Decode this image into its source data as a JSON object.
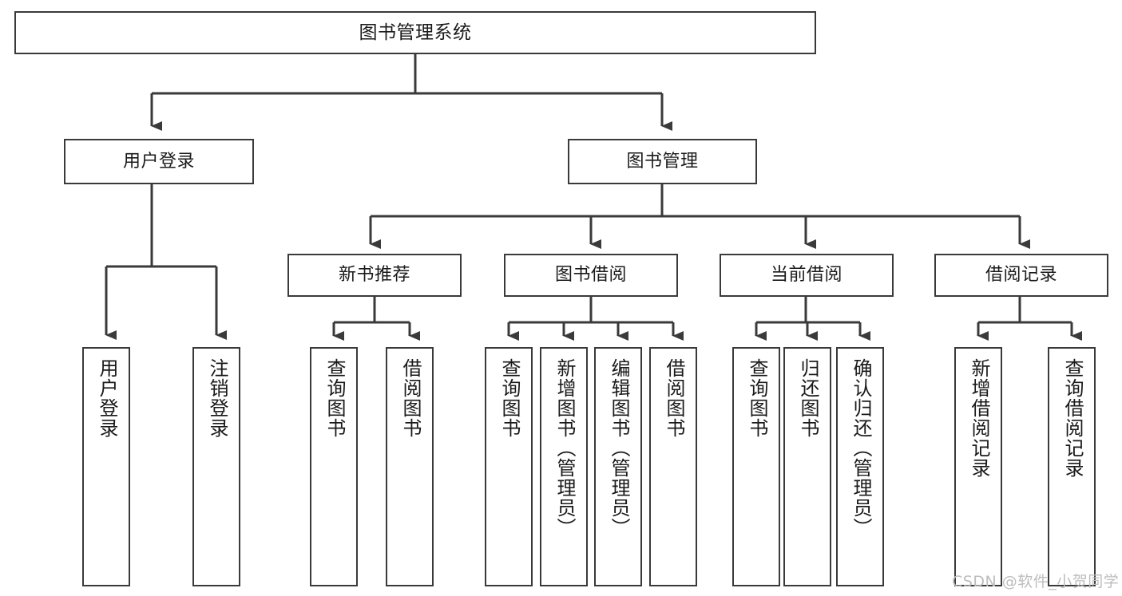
{
  "diagram": {
    "type": "hierarchy-tree",
    "title": "图书管理系统",
    "watermark": "CSDN @软件_小贺同学",
    "colors": {
      "stroke": "#3a3a3a",
      "fill": "#ffffff",
      "text": "#1a1a1a",
      "watermark": "#bdbdbd"
    },
    "nodes": {
      "root": {
        "label": "图书管理系统"
      },
      "level2": [
        {
          "id": "user-login",
          "label": "用户登录"
        },
        {
          "id": "book-manage",
          "label": "图书管理"
        }
      ],
      "level3": [
        {
          "id": "new-book-recommend",
          "label": "新书推荐"
        },
        {
          "id": "book-borrow",
          "label": "图书借阅"
        },
        {
          "id": "current-borrow",
          "label": "当前借阅"
        },
        {
          "id": "borrow-record",
          "label": "借阅记录"
        }
      ],
      "leaves": [
        {
          "id": "leaf-user-login",
          "label": "用户登录"
        },
        {
          "id": "leaf-logout-login",
          "label": "注销登录"
        },
        {
          "id": "leaf-query-book-1",
          "label": "查询图书"
        },
        {
          "id": "leaf-borrow-book-1",
          "label": "借阅图书"
        },
        {
          "id": "leaf-query-book-2",
          "label": "查询图书"
        },
        {
          "id": "leaf-add-book-admin",
          "label": "新增图书（管理员）"
        },
        {
          "id": "leaf-edit-book-admin",
          "label": "编辑图书（管理员）"
        },
        {
          "id": "leaf-borrow-book-2",
          "label": "借阅图书"
        },
        {
          "id": "leaf-query-book-3",
          "label": "查询图书"
        },
        {
          "id": "leaf-return-book",
          "label": "归还图书"
        },
        {
          "id": "leaf-confirm-return-admin",
          "label": "确认归还（管理员）"
        },
        {
          "id": "leaf-add-borrow-record",
          "label": "新增借阅记录"
        },
        {
          "id": "leaf-query-borrow-record",
          "label": "查询借阅记录"
        }
      ]
    }
  }
}
